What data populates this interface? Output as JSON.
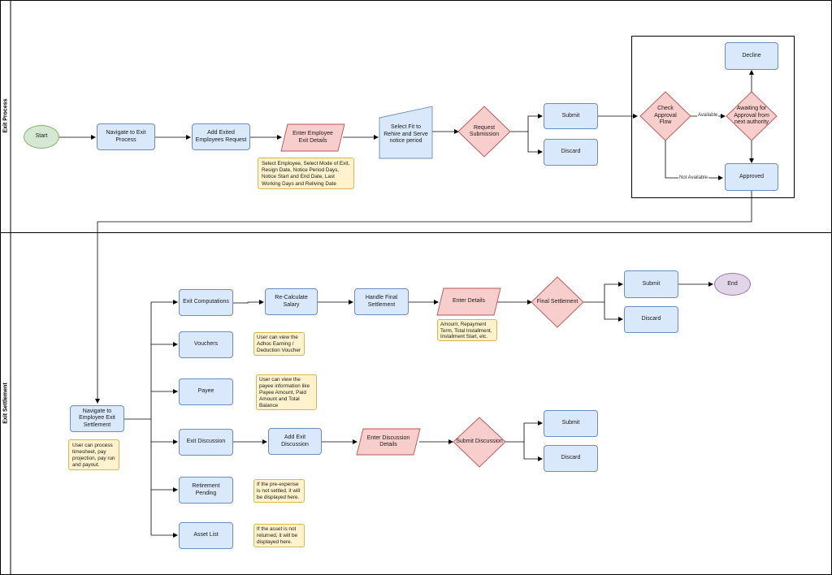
{
  "lanes": {
    "exit_process": "Exit Process",
    "exit_settlement": "Exit Settlement"
  },
  "nodes": {
    "start": "Start",
    "navigate_exit_process": "Navigate to Exit Process",
    "add_exited_employees": "Add Exited Employees Request",
    "enter_exit_details": "Enter Employee Exit Details",
    "select_fit_rehire": "Select Fit to Rehire and Serve notice period",
    "request_submission": "Request Submission",
    "submit_1": "Submit",
    "discard_1": "Discard",
    "check_approval": "Check Approval Flow",
    "awaiting_approval": "Awaiting for Approval from next authority",
    "decline": "Decline",
    "approved": "Approved",
    "navigate_settlement": "Navigate to Employee Exit Settlement",
    "exit_computations": "Exit Computations",
    "recalculate_salary": "Re-Calculate Salary",
    "handle_final_settlement": "Handle Final Settlement",
    "enter_details": "Enter Details",
    "final_settlement": "Final Settlement",
    "submit_2": "Submit",
    "discard_2": "Discard",
    "end": "End",
    "vouchers": "Vouchers",
    "payee": "Payee",
    "exit_discussion": "Exit Discussion",
    "add_exit_discussion": "Add Exit Discussion",
    "enter_discussion_details": "Enter Discussion Details",
    "submit_discussion": "Submit Discussion",
    "submit_3": "Submit",
    "discard_3": "Discard",
    "retirement_pending": "Retirement Pending",
    "asset_list": "Asset  List"
  },
  "notes": {
    "exit_details_note": "Select Employee, Select Mode of Exit, Resign Date, Notice Period Days, Notice Start and End Date, Last Working Days and Reliving Date",
    "settlement_note": "User can process timesheet, pay projection, pay run and payout.",
    "enter_details_note": "Amount, Repayment Term, Total Installment, Installment Start, etc.",
    "vouchers_note": "User can view the Adhoc Earning / Deduction Voucher",
    "payee_note": "User can view the payee information like Payee Amount, Paid Amount and Total Balance",
    "retirement_note": "If the pre-expense is not settled, it will be displayed here.",
    "asset_note": "If the asset is not returned, it will be displayed here."
  },
  "edge_labels": {
    "available": "Available",
    "not_available": "Not Available"
  },
  "colors": {
    "process_fill": "#dae8fc",
    "process_stroke": "#6c8ebf",
    "decision_fill": "#f8cecc",
    "decision_stroke": "#b85450",
    "note_fill": "#fff2cc",
    "start_fill": "#d5e8d4",
    "end_fill": "#e1d5e7"
  }
}
